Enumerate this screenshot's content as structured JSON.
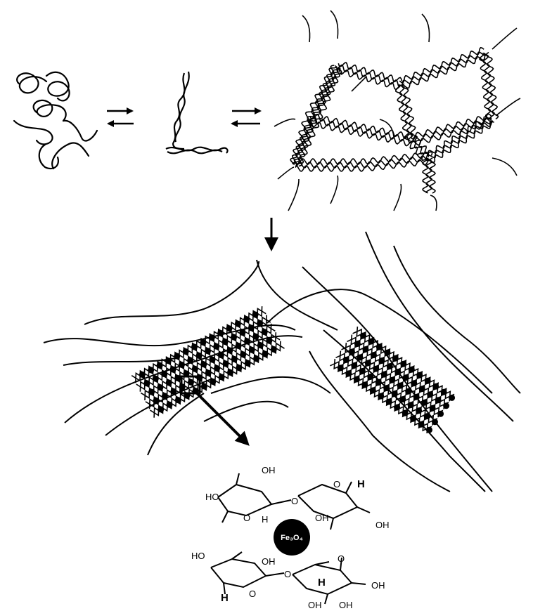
{
  "nanoparticle_label": "Fe₃O₄",
  "upper_unit_labels": {
    "oh_1": "OH",
    "ho_left": "HO",
    "o_ring_left": "O",
    "h_left": "H",
    "o_glyco": "O",
    "o_ring_right": "O",
    "h_right": "H",
    "oh_mid": "OH",
    "oh_right": "OH"
  },
  "lower_unit_labels": {
    "ho_left": "HO",
    "oh_top": "OH",
    "h_left": "H",
    "o_ring_left": "O",
    "o_glyco": "O",
    "h_mid": "H",
    "o_ring_right": "O",
    "oh_right": "OH",
    "oh_bottom_left": "OH",
    "oh_bottom_right": "OH"
  }
}
